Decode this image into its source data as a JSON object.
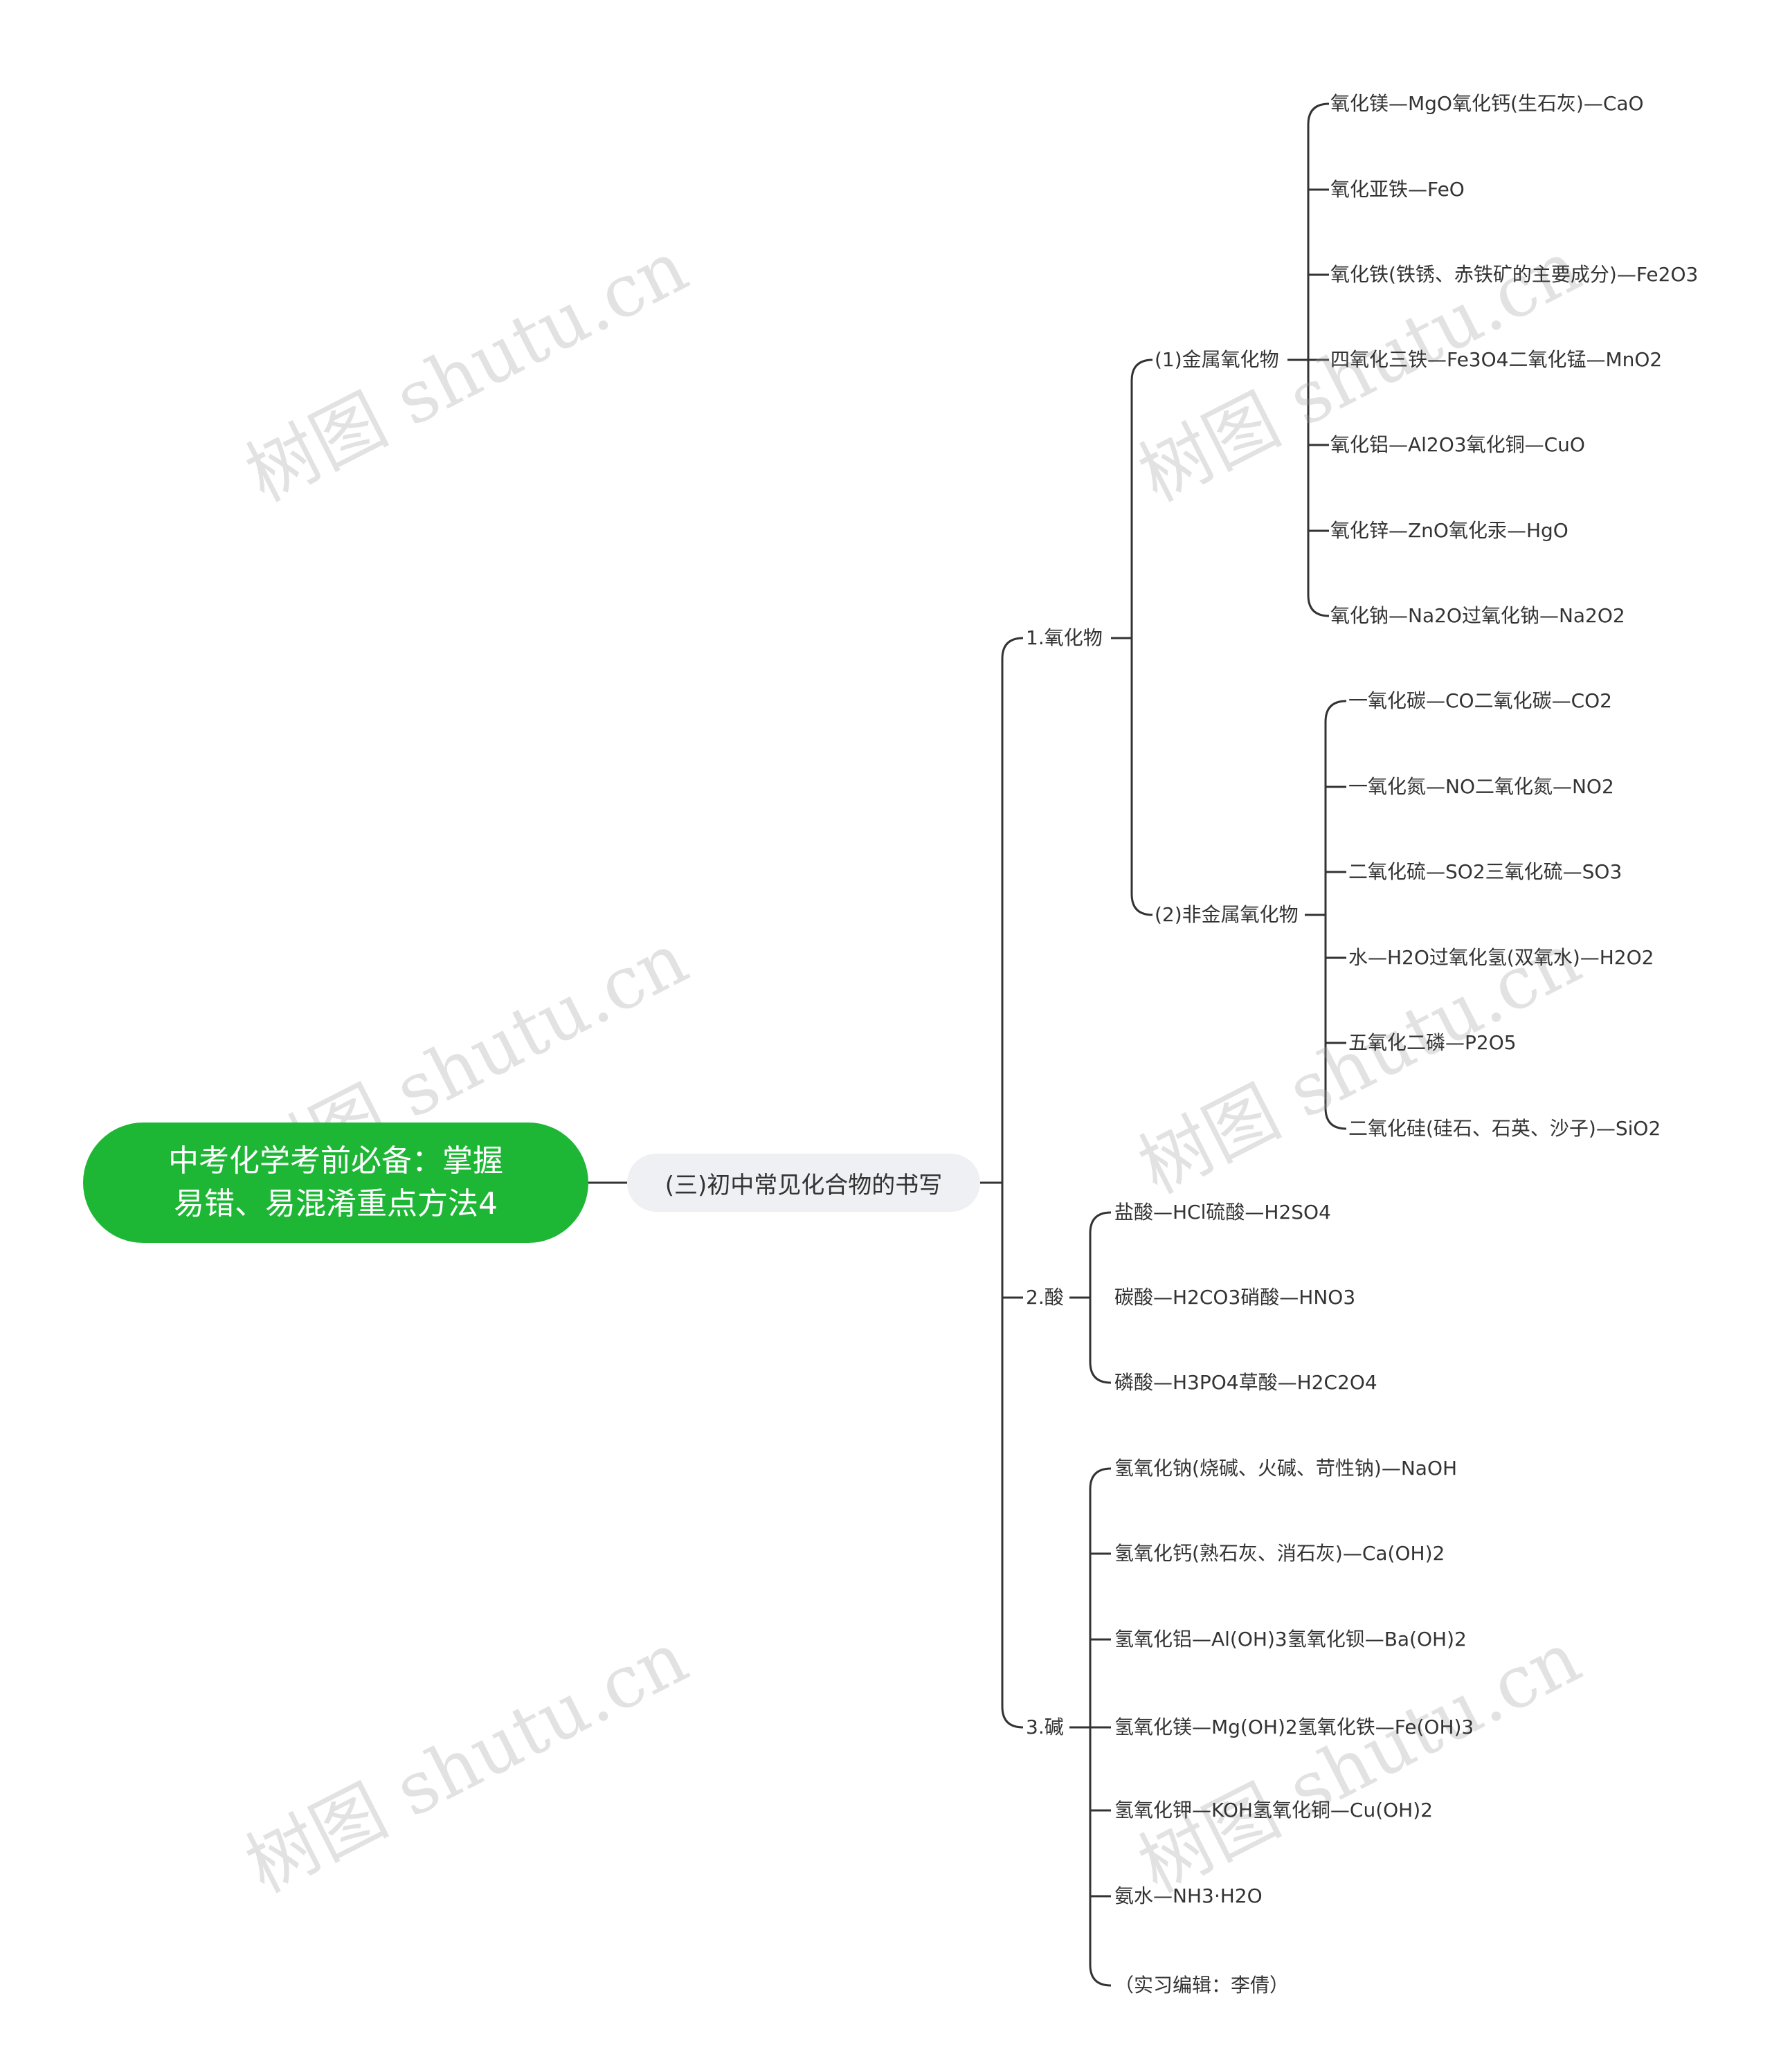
{
  "root": {
    "line1": "中考化学考前必备：掌握",
    "line2": "易错、易混淆重点方法4"
  },
  "subtopic": "(三)初中常见化合物的书写",
  "oxides": {
    "label": "1.氧化物",
    "metal": {
      "label": "(1)金属氧化物",
      "items": [
        "氧化镁—MgO氧化钙(生石灰)—CaO",
        "氧化亚铁—FeO",
        "氧化铁(铁锈、赤铁矿的主要成分)—Fe2O3",
        "四氧化三铁—Fe3O4二氧化锰—MnO2",
        "氧化铝—Al2O3氧化铜—CuO",
        "氧化锌—ZnO氧化汞—HgO",
        "氧化钠—Na2O过氧化钠—Na2O2"
      ]
    },
    "nonmetal": {
      "label": "(2)非金属氧化物",
      "items": [
        "一氧化碳—CO二氧化碳—CO2",
        "一氧化氮—NO二氧化氮—NO2",
        "二氧化硫—SO2三氧化硫—SO3",
        "水—H2O过氧化氢(双氧水)—H2O2",
        "五氧化二磷—P2O5",
        "二氧化硅(硅石、石英、沙子)—SiO2"
      ]
    }
  },
  "acids": {
    "label": "2.酸",
    "items": [
      "盐酸—HCl硫酸—H2SO4",
      "碳酸—H2CO3硝酸—HNO3",
      "磷酸—H3PO4草酸—H2C2O4"
    ]
  },
  "bases": {
    "label": "3.碱",
    "items": [
      "氢氧化钠(烧碱、火碱、苛性钠)—NaOH",
      "氢氧化钙(熟石灰、消石灰)—Ca(OH)2",
      "氢氧化铝—Al(OH)3氢氧化钡—Ba(OH)2",
      "氢氧化镁—Mg(OH)2氢氧化铁—Fe(OH)3",
      "氢氧化钾—KOH氢氧化铜—Cu(OH)2",
      "氨水—NH3·H2O",
      "（实习编辑：李倩）"
    ]
  },
  "watermark": "树图 shutu.cn",
  "colors": {
    "root_bg": "#1db735",
    "sub_bg": "#eef0f4",
    "line": "#333333",
    "text": "#333333"
  }
}
